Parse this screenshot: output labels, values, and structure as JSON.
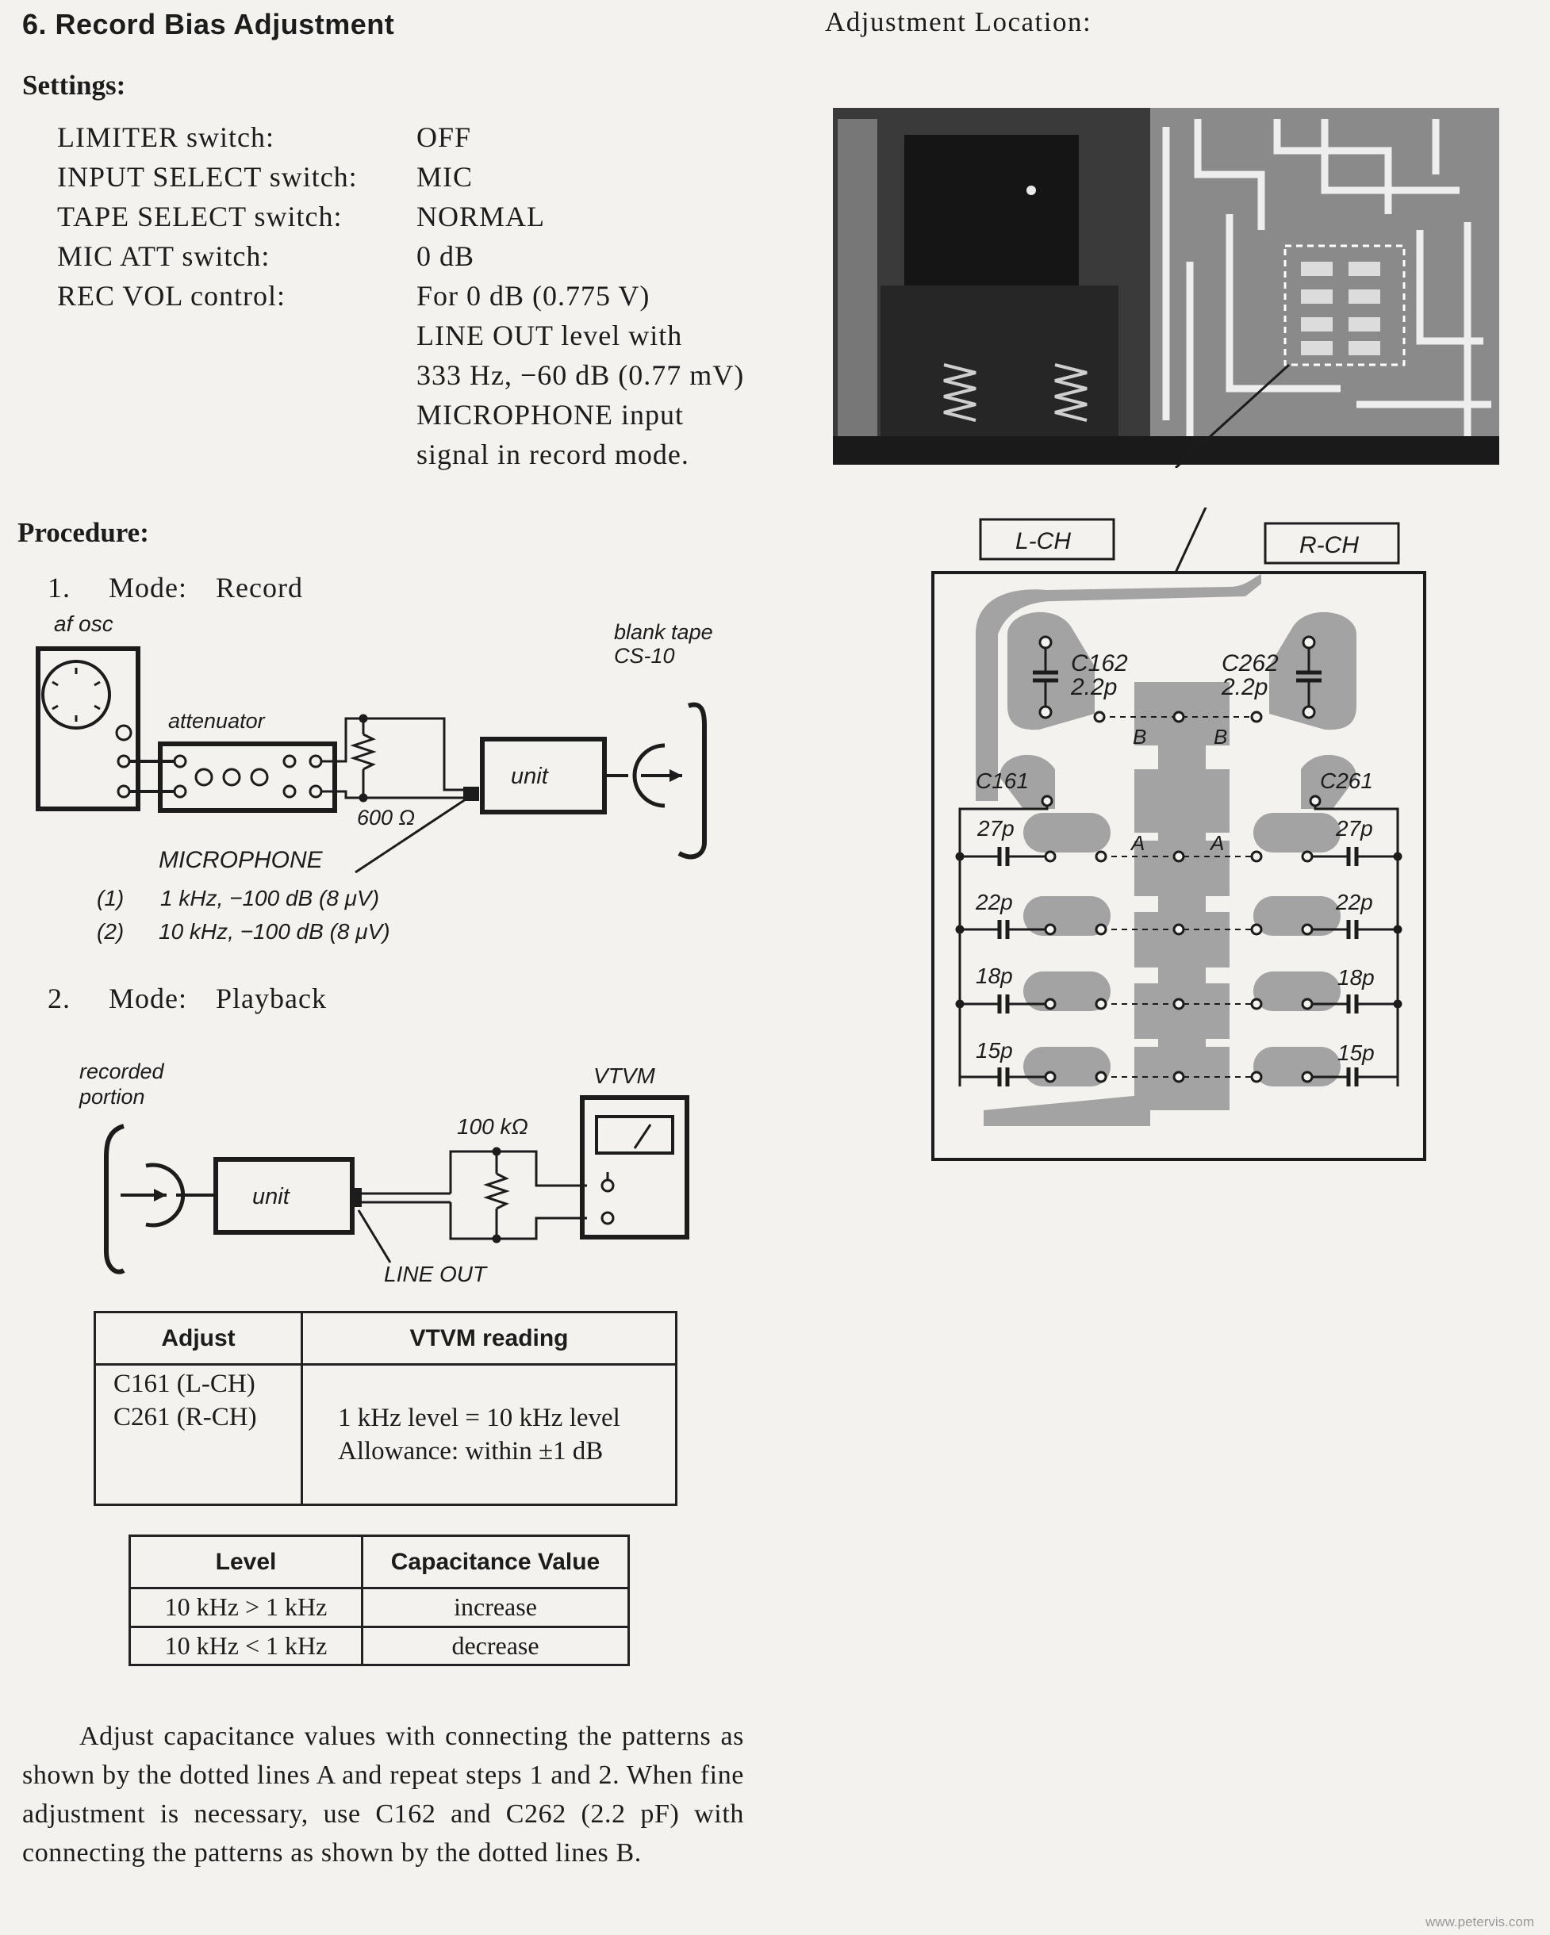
{
  "section": {
    "title": "6.  Record Bias Adjustment"
  },
  "location": {
    "title": "Adjustment Location:"
  },
  "settings": {
    "heading": "Settings:",
    "rows": [
      {
        "label": "LIMITER switch:",
        "value": "OFF"
      },
      {
        "label": "INPUT SELECT switch:",
        "value": "MIC"
      },
      {
        "label": "TAPE SELECT switch:",
        "value": "NORMAL"
      },
      {
        "label": "MIC ATT switch:",
        "value": "0 dB"
      },
      {
        "label": "REC VOL control:",
        "value_lines": [
          "For 0 dB (0.775 V)",
          "LINE OUT level with",
          "333 Hz, −60 dB (0.77 mV)",
          "MICROPHONE input",
          "signal in record mode."
        ]
      }
    ]
  },
  "procedure": {
    "heading": "Procedure:",
    "step1": {
      "num": "1.",
      "mode_label": "Mode:",
      "mode": "Record"
    },
    "step2": {
      "num": "2.",
      "mode_label": "Mode:",
      "mode": "Playback"
    }
  },
  "diagram_record": {
    "af_osc": "af osc",
    "attenuator": "attenuator",
    "resistor": "600 Ω",
    "unit": "unit",
    "blank_tape_line1": "blank tape",
    "blank_tape_line2": "CS-10",
    "microphone": "MICROPHONE",
    "sig1_num": "(1)",
    "sig1": "1 kHz, −100 dB (8 μV)",
    "sig2_num": "(2)",
    "sig2": "10 kHz, −100 dB (8 μV)"
  },
  "diagram_playback": {
    "recorded_line1": "recorded",
    "recorded_line2": "portion",
    "unit": "unit",
    "resistor": "100 kΩ",
    "vtvm": "VTVM",
    "line_out": "LINE  OUT"
  },
  "table_adjust": {
    "headers": [
      "Adjust",
      "VTVM reading"
    ],
    "adjust_lines": [
      "C161 (L-CH)",
      "C261 (R-CH)"
    ],
    "reading_lines": [
      "1 kHz level = 10 kHz level",
      "Allowance: within ±1 dB"
    ]
  },
  "table_level": {
    "headers": [
      "Level",
      "Capacitance Value"
    ],
    "rows": [
      {
        "level": "10 kHz > 1 kHz",
        "cap": "increase"
      },
      {
        "level": "10 kHz < 1 kHz",
        "cap": "decrease"
      }
    ]
  },
  "paragraph": "Adjust capacitance values with connecting the patterns as shown by the dotted lines A and repeat steps 1 and 2. When fine adjustment is necessary, use C162 and C262 (2.2 pF) with connecting the patterns as shown by the dotted lines B.",
  "pcb": {
    "lch": "L-CH",
    "rch": "R-CH",
    "c162": "C162",
    "c162_val": "2.2p",
    "c262": "C262",
    "c262_val": "2.2p",
    "c161": "C161",
    "c261": "C261",
    "a": "A",
    "b": "B",
    "caps": [
      "27p",
      "22p",
      "18p",
      "15p"
    ]
  },
  "watermark": "www.petervis.com",
  "colors": {
    "paper": "#f4f2ee",
    "ink": "#1c1c1c",
    "pcb_copper": "#a3a3a3",
    "photo_dark": "#2a2a2a"
  }
}
